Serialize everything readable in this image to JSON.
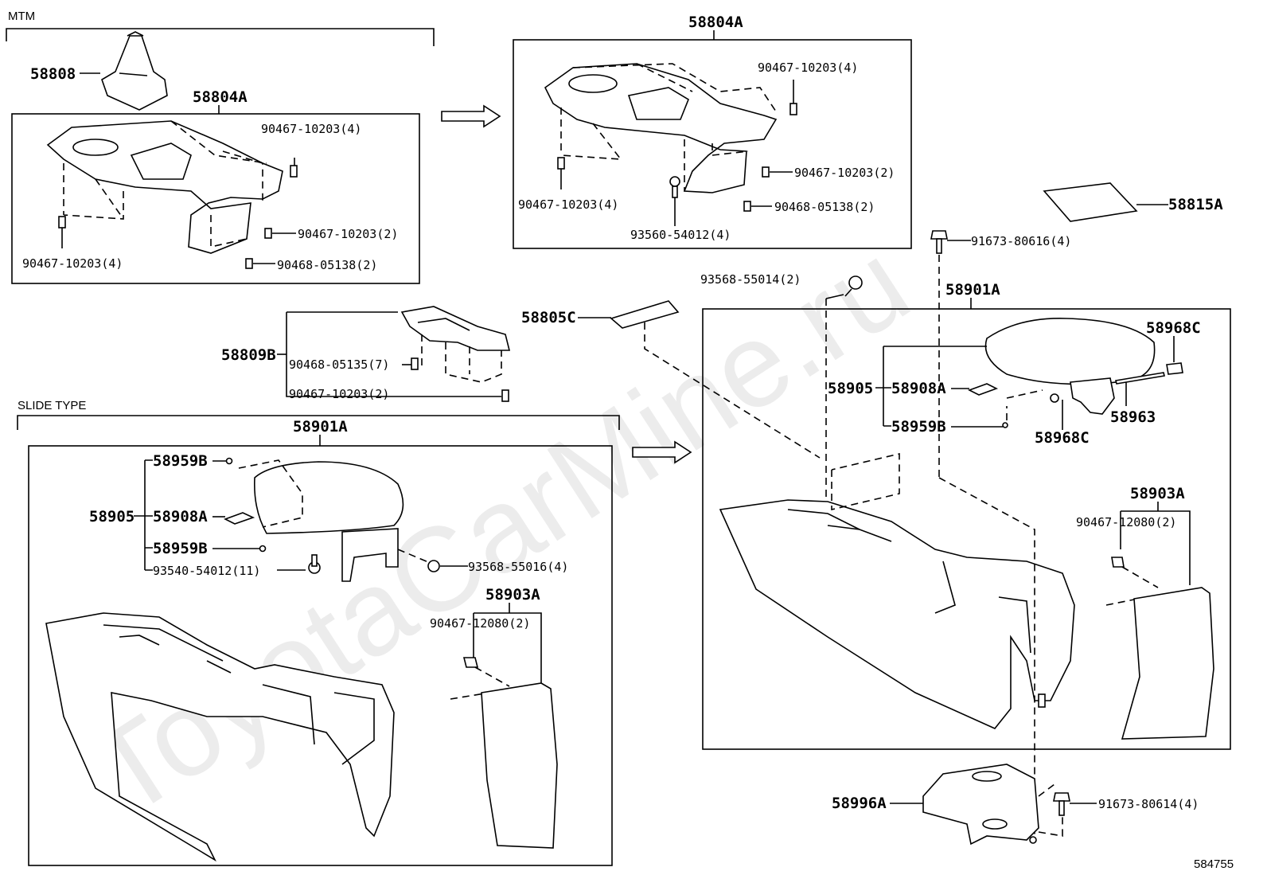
{
  "watermark": "ToyotaCarMine.ru",
  "sections": {
    "mtm": "MTM",
    "slide": "SLIDE TYPE"
  },
  "labels": {
    "p58808": "58808",
    "p58804A": "58804A",
    "p90467_10203_4": "90467-10203(4)",
    "p90467_10203_2": "90467-10203(2)",
    "p90468_05138_2": "90468-05138(2)",
    "p93560_54012_4": "93560-54012(4)",
    "p58815A": "58815A",
    "p91673_80616_4": "91673-80616(4)",
    "p93568_55014_2": "93568-55014(2)",
    "p58805C": "58805C",
    "p58809B": "58809B",
    "p90468_05135_7": "90468-05135(7)",
    "p58901A": "58901A",
    "p58905": "58905",
    "p58908A": "58908A",
    "p58959B": "58959B",
    "p58968C": "58968C",
    "p58963": "58963",
    "p58903A": "58903A",
    "p90467_12080_2": "90467-12080(2)",
    "p93540_54012_11": "93540-54012(11)",
    "p93568_55016_4": "93568-55016(4)",
    "p58996A": "58996A",
    "p91673_80614_4": "91673-80614(4)"
  },
  "diagram_id": "584755"
}
